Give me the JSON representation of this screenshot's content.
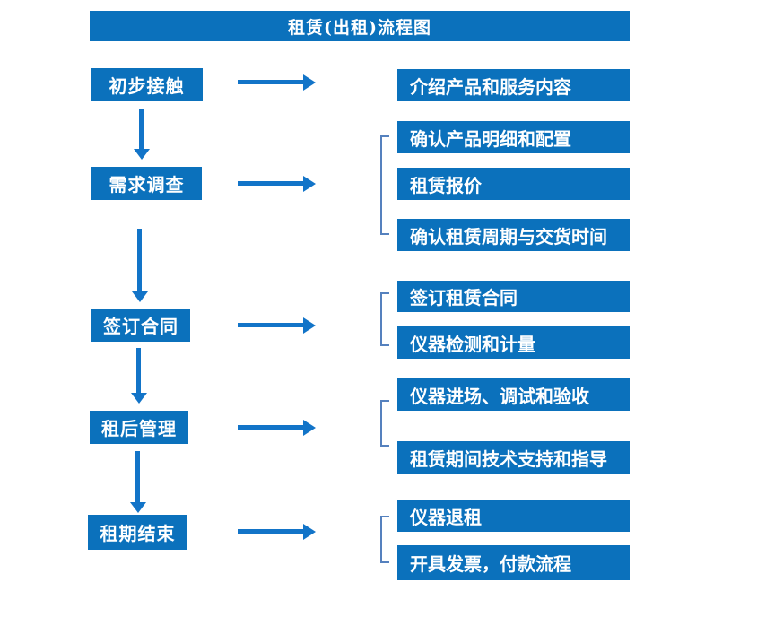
{
  "title": "租赁(出租)流程图",
  "colors": {
    "background": "#FFFFFF",
    "box": "#0B71BC",
    "arrow": "#1274C8",
    "bracket": "#5581BE",
    "text": "#FFFFFF"
  },
  "flow": {
    "steps": [
      {
        "label": "初步接触",
        "outputs": [
          "介绍产品和服务内容"
        ]
      },
      {
        "label": "需求调查",
        "outputs": [
          "确认产品明细和配置",
          "租赁报价",
          "确认租赁周期与交货时间"
        ]
      },
      {
        "label": "签订合同",
        "outputs": [
          "签订租赁合同",
          "仪器检测和计量"
        ]
      },
      {
        "label": "租后管理",
        "outputs": [
          "仪器进场、调试和验收",
          "租赁期间技术支持和指导"
        ]
      },
      {
        "label": "租期结束",
        "outputs": [
          "仪器退租",
          "开具发票，付款流程"
        ]
      }
    ]
  }
}
